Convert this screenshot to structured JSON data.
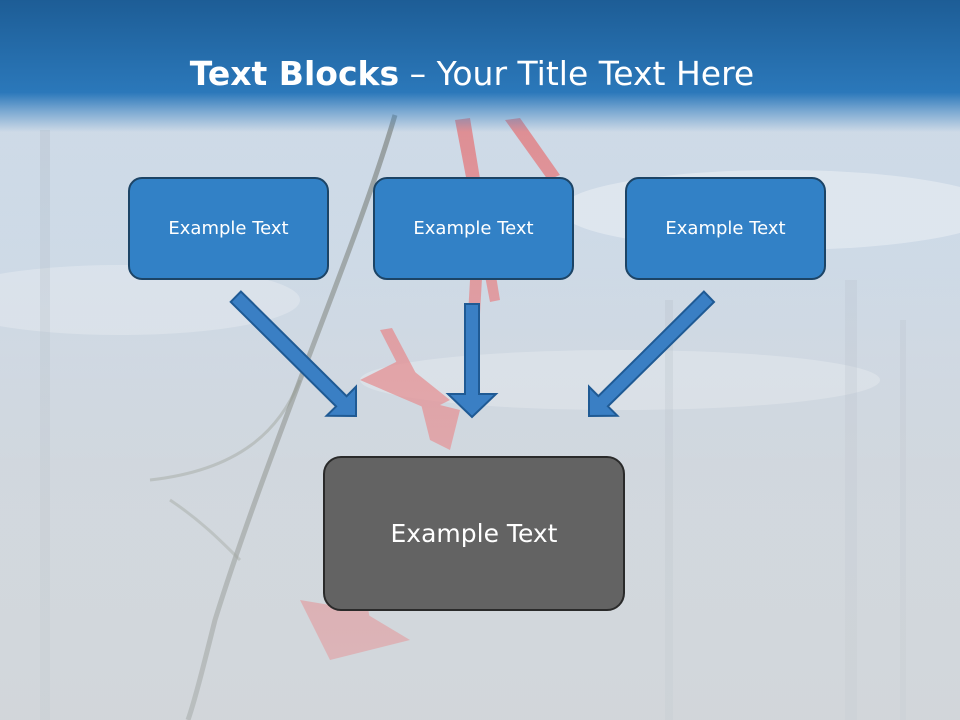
{
  "slide": {
    "title_bold": "Text Blocks",
    "title_dash": "–",
    "title_rest": "Your Title Text Here"
  },
  "boxes": {
    "left": "Example Text",
    "middle": "Example Text",
    "right": "Example Text",
    "bottom": "Example Text"
  },
  "colors": {
    "header": "#2b78ba",
    "box_blue": "#3281c6",
    "box_gray": "#636363",
    "arrow": "#3a7fc4"
  }
}
